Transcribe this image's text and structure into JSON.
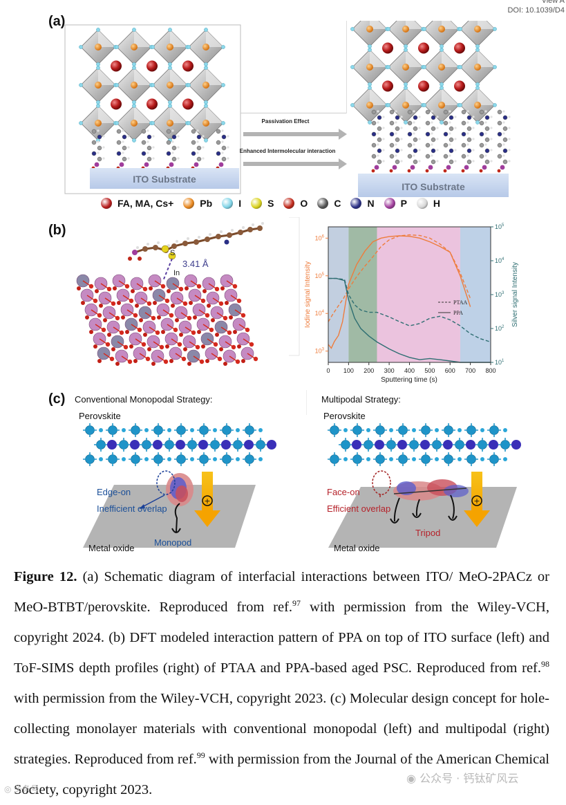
{
  "header": {
    "view_label": "View A",
    "doi": "DOI: 10.1039/D4"
  },
  "panel_a": {
    "label": "(a)",
    "arrow1": "Passivation Effect",
    "arrow2": "Enhanced Intermolecular interaction",
    "substrate_left": "ITO Substrate",
    "substrate_right": "ITO Substrate",
    "legend": [
      {
        "label": "FA, MA, Cs+",
        "color": "#b81c1c"
      },
      {
        "label": "Pb",
        "color": "#e8871e"
      },
      {
        "label": "I",
        "color": "#7fd3e6"
      },
      {
        "label": "S",
        "color": "#d9d21c"
      },
      {
        "label": "O",
        "color": "#c0281a"
      },
      {
        "label": "C",
        "color": "#555555"
      },
      {
        "label": "N",
        "color": "#2a2f86"
      },
      {
        "label": "P",
        "color": "#a03d9c"
      },
      {
        "label": "H",
        "color": "#d8d8d8"
      }
    ]
  },
  "panel_b": {
    "label": "(b)",
    "atom_s": "S",
    "atom_in": "In",
    "distance": "3.41 Å"
  },
  "chart_data": {
    "type": "line",
    "xlabel": "Sputtering time (s)",
    "ylabel": "Iodine signal Intensity",
    "y2label": "Silver signal Intensity",
    "xlim": [
      0,
      800
    ],
    "xticks": [
      "0",
      "100",
      "200",
      "300",
      "400",
      "500",
      "600",
      "700",
      "800"
    ],
    "yticks_left": [
      "10^3",
      "10^4",
      "10^5",
      "10^6"
    ],
    "yticks_right": [
      "10^1",
      "10^2",
      "10^3",
      "10^4",
      "10^5"
    ],
    "ylim_left_log10": [
      2.7,
      6.3
    ],
    "ylim_right_log10": [
      1,
      5
    ],
    "log_scale": true,
    "legend": [
      "PTAA",
      "PPA"
    ],
    "legend_position": "center-right",
    "regions": [
      {
        "from": 0,
        "to": 100,
        "color": "#b7c7db"
      },
      {
        "from": 100,
        "to": 240,
        "color": "#8fae95"
      },
      {
        "from": 240,
        "to": 650,
        "color": "#e7b9d8"
      },
      {
        "from": 650,
        "to": 800,
        "color": "#b3c9e3"
      }
    ],
    "series": [
      {
        "name": "PTAA",
        "axis": "left",
        "style": "dashed",
        "color": "#ee7c3c",
        "x": [
          0,
          25,
          50,
          75,
          100,
          140,
          180,
          220,
          260,
          300,
          350,
          400,
          450,
          500,
          550,
          600,
          650,
          700
        ],
        "y": [
          6000,
          10000,
          16000,
          25000,
          45000,
          95000,
          180000,
          320000,
          600000,
          900000,
          1150000,
          1220000,
          1180000,
          1000000,
          700000,
          420000,
          120000,
          25000
        ]
      },
      {
        "name": "PPA",
        "axis": "left",
        "style": "solid",
        "color": "#ee7c3c",
        "x": [
          0,
          15,
          30,
          50,
          70,
          100,
          140,
          180,
          220,
          260,
          300,
          350,
          400,
          450,
          500,
          550,
          600,
          650,
          700
        ],
        "y": [
          1500,
          1200,
          1800,
          2600,
          6000,
          60000,
          200000,
          450000,
          800000,
          1000000,
          1100000,
          1150000,
          1120000,
          1000000,
          800000,
          600000,
          420000,
          100000,
          15000
        ]
      },
      {
        "name": "PTAA",
        "axis": "right",
        "style": "dashed",
        "color": "#2e6e72",
        "x": [
          0,
          40,
          80,
          100,
          130,
          160,
          200,
          240,
          300,
          350,
          400,
          450,
          500,
          550,
          600,
          650,
          700,
          750,
          800
        ],
        "y": [
          3000,
          3000,
          2800,
          1000,
          500,
          350,
          300,
          300,
          220,
          160,
          120,
          140,
          200,
          230,
          180,
          120,
          70,
          50,
          40
        ]
      },
      {
        "name": "PPA",
        "axis": "right",
        "style": "solid",
        "color": "#2e6e72",
        "x": [
          0,
          40,
          80,
          100,
          130,
          160,
          200,
          240,
          300,
          350,
          400,
          450,
          500,
          550,
          600,
          650,
          700,
          800
        ],
        "y": [
          3000,
          3000,
          2600,
          700,
          200,
          100,
          60,
          40,
          25,
          18,
          14,
          12,
          13,
          12,
          11,
          10,
          10,
          10
        ]
      }
    ]
  },
  "panel_c": {
    "label": "(c)",
    "left_title": "Conventional Monopodal Strategy:",
    "right_title": "Multipodal Strategy:",
    "left_perovskite": "Perovskite",
    "right_perovskite": "Perovskite",
    "left_edge": "Edge-on",
    "left_overlap": "Inefficient overlap",
    "left_pod": "Monopod",
    "left_metal": "Metal oxide",
    "right_face": "Face-on",
    "right_overlap": "Efficient overlap",
    "right_pod": "Tripod",
    "right_metal": "Metal oxide",
    "hole_symbol": "⊕"
  },
  "caption": {
    "figure_label": "Figure 12.",
    "part1": " (a) Schematic diagram of interfacial interactions between ITO/ MeO-2PACz or MeO-BTBT/perovskite. Reproduced from ref.",
    "ref1": "97",
    "part2": " with permission from the Wiley-VCH, copyright 2024. (b) DFT modeled interaction pattern of PPA on top of ITO surface (left) and ToF-SIMS depth profiles (right) of PTAA and PPA-based aged PSC. Reproduced from ref.",
    "ref2": "98",
    "part3": " with permission from the Wiley-VCH, copyright 2023. (c) Molecular design concept for hole-collecting monolayer materials with conventional monopodal (left) and multipodal (right) strategies. Reproduced from ref.",
    "ref3": "99",
    "part4": " with permission from the Journal of the American Chemical Society, copyright 2023."
  },
  "watermarks": {
    "right": "公众号 · 钙钛矿风云",
    "left": "头条号"
  }
}
